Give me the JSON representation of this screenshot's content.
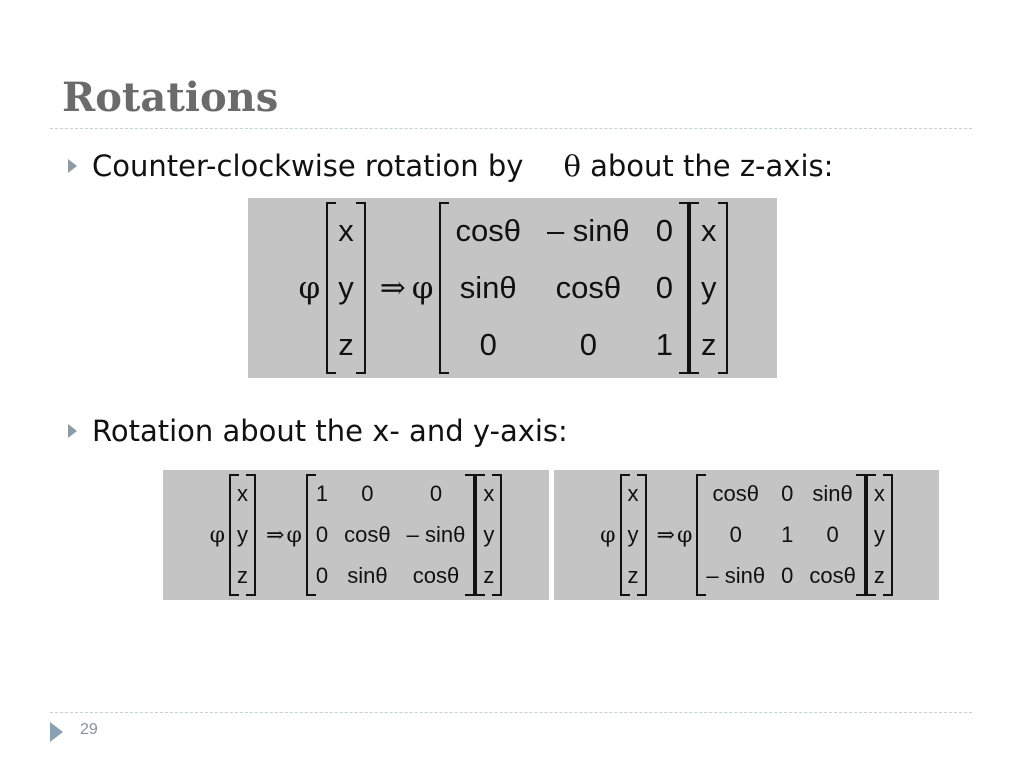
{
  "slide": {
    "title": "Rotations",
    "page_number": "29"
  },
  "bullets": [
    {
      "text_before": "Counter-clockwise rotation by",
      "theta": "θ",
      "text_after": "about the z-axis:"
    },
    {
      "text": "Rotation about the x- and y-axis:"
    }
  ],
  "symbols": {
    "phi": "φ",
    "implies": "⇒"
  },
  "rotation_z": {
    "lhs": [
      "x",
      "y",
      "z"
    ],
    "matrix": [
      "cosθ",
      "– sinθ",
      "0",
      "sinθ",
      "cosθ",
      "0",
      "0",
      "0",
      "1"
    ],
    "rhs": [
      "x",
      "y",
      "z"
    ]
  },
  "rotation_x": {
    "lhs": [
      "x",
      "y",
      "z"
    ],
    "matrix": [
      "1",
      "0",
      "0",
      "0",
      "cosθ",
      "– sinθ",
      "0",
      "sinθ",
      "cosθ"
    ],
    "rhs": [
      "x",
      "y",
      "z"
    ]
  },
  "rotation_y": {
    "lhs": [
      "x",
      "y",
      "z"
    ],
    "matrix": [
      "cosθ",
      "0",
      "sinθ",
      "0",
      "1",
      "0",
      "– sinθ",
      "0",
      "cosθ"
    ],
    "rhs": [
      "x",
      "y",
      "z"
    ]
  },
  "colors": {
    "title": "#6b6b6b",
    "panel_bg": "#c4c4c4",
    "bullet": "#8e9aa4",
    "rule": "#c4cfd6"
  }
}
